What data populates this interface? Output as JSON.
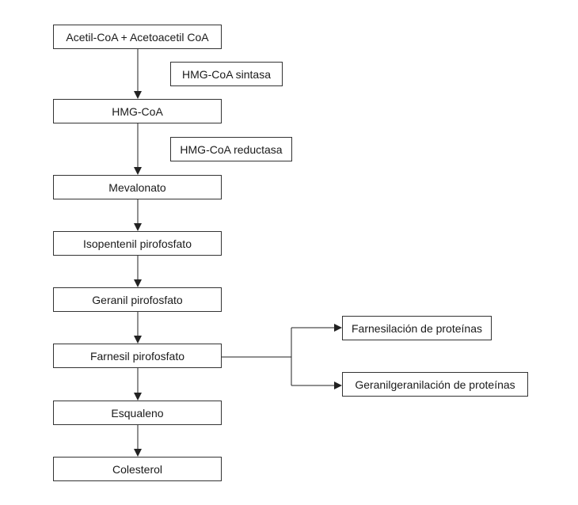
{
  "pathway": {
    "nodes": [
      {
        "id": "acetil",
        "label": "Acetil-CoA + Acetoacetil CoA"
      },
      {
        "id": "hmgcoa",
        "label": "HMG-CoA"
      },
      {
        "id": "mevalonato",
        "label": "Mevalonato"
      },
      {
        "id": "isopentenil",
        "label": "Isopentenil pirofosfato"
      },
      {
        "id": "geranil",
        "label": "Geranil pirofosfato"
      },
      {
        "id": "farnesil",
        "label": "Farnesil pirofosfato"
      },
      {
        "id": "esqualeno",
        "label": "Esqualeno"
      },
      {
        "id": "colesterol",
        "label": "Colesterol"
      }
    ],
    "enzymes": [
      {
        "id": "sintasa",
        "label": "HMG-CoA sintasa"
      },
      {
        "id": "reductasa",
        "label": "HMG-CoA reductasa"
      }
    ],
    "branches": [
      {
        "id": "farnesilacion",
        "label": "Farnesilación de proteínas"
      },
      {
        "id": "geranilgeranilacion",
        "label": "Geranilgeranilación de proteínas"
      }
    ]
  },
  "colors": {
    "stroke": "#333333",
    "text": "#1a1a1a",
    "background": "#ffffff"
  }
}
